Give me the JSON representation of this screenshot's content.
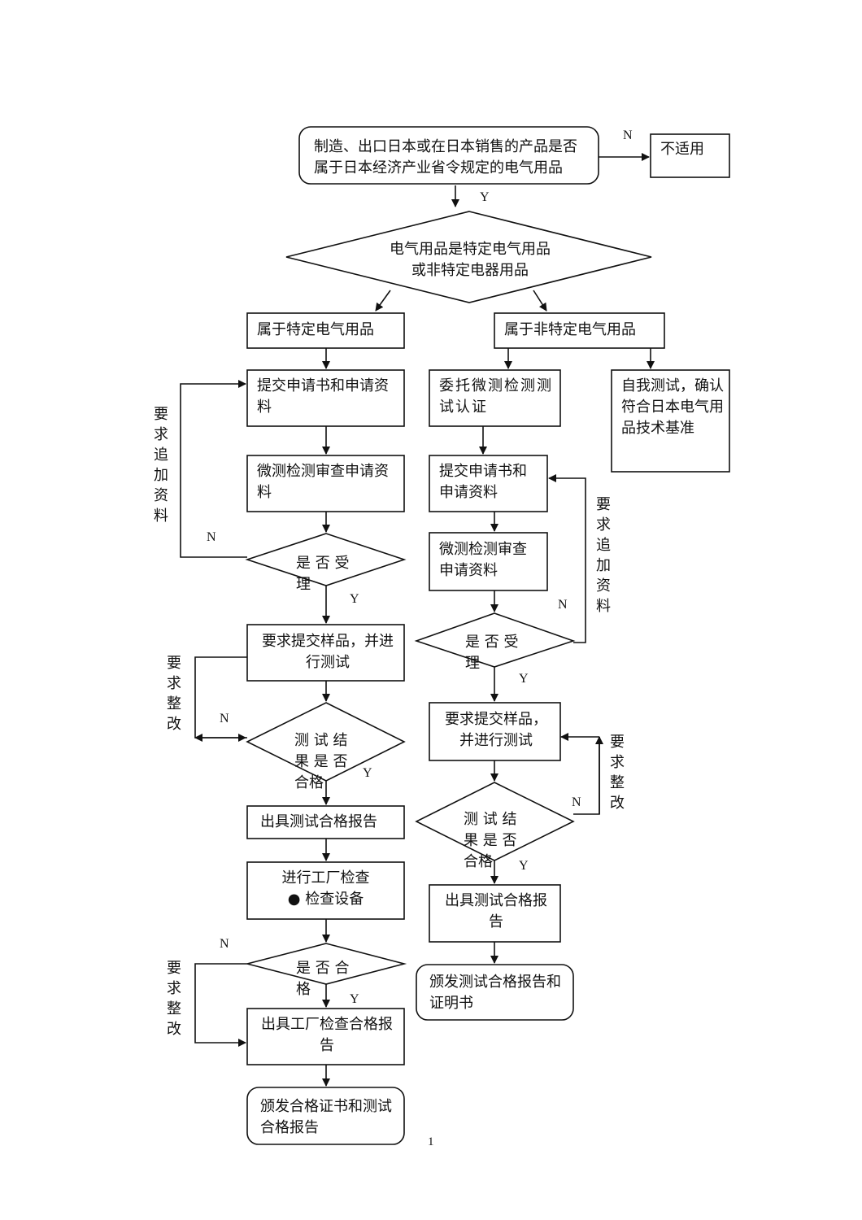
{
  "nodes": {
    "start": "制造、出口日本或在日本销售的产品是否属于日本经济产业省令规定的电气用品",
    "not_applicable": "不适用",
    "decision_type": "电气用品是特定电气用品或非特定电器用品",
    "left": {
      "specific": "属于特定电气用品",
      "submit_app": "提交申请书和申请资料",
      "review": "微测检测审查申请资料",
      "accept": "是 否 受理",
      "samples": "要求提交样品，并进行测试",
      "test_pass": "测 试 结果 是 否合格",
      "test_report": "出具测试合格报告",
      "factory_line1": "进行工厂检查",
      "factory_line2": "● 检查设备",
      "factory_pass": "是 否 合格",
      "factory_report": "出具工厂检查合格报告",
      "final": "颁发合格证书和测试合格报告"
    },
    "right": {
      "nonspecific": "属于非特定电气用品",
      "entrust": "委托微测检测测试认证",
      "self_test": "自我测试，确认符合日本电气用品技术基准",
      "submit_app": "提交申请书和申请资料",
      "review": "微测检测审查申请资料",
      "accept": "是 否 受理",
      "samples": "要求提交样品，并进行测试",
      "test_pass": "测 试 结果 是 否合格",
      "test_report": "出具测试合格报告",
      "final": "颁发测试合格报告和证明书"
    }
  },
  "side_labels": {
    "supplement_left": "要求追加资料",
    "supplement_right": "要求追加资料",
    "rectify_1": "要求整改",
    "rectify_2": "要求整改",
    "rectify_3": "要求整改"
  },
  "yn": {
    "yes": "Y",
    "no": "N"
  },
  "page_number": "1"
}
